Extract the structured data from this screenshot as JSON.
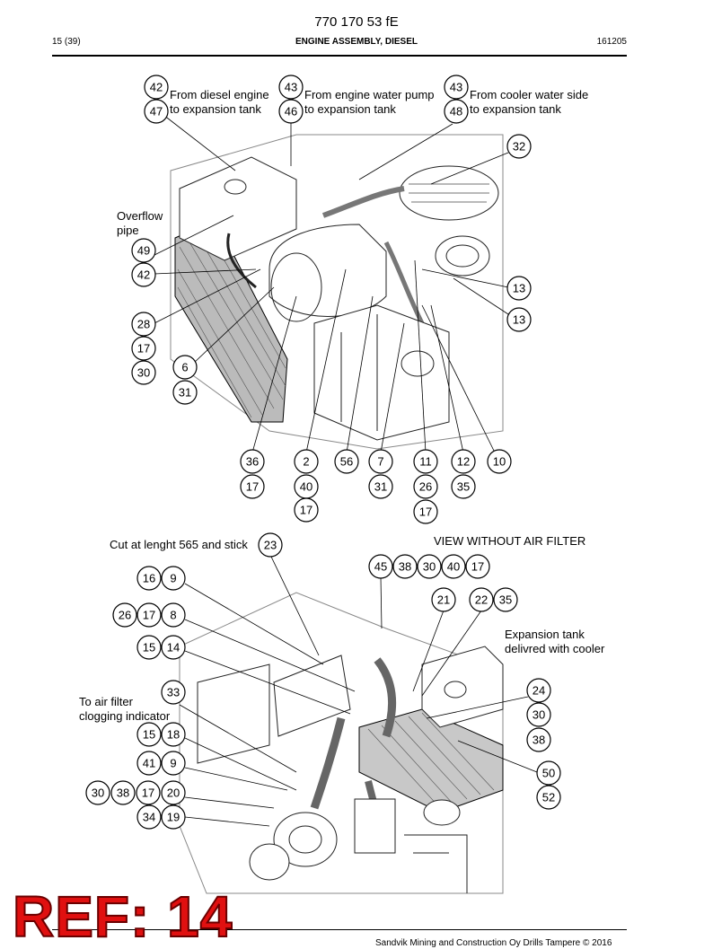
{
  "header": {
    "doc_number": "770 170 53 fE",
    "page": "15 (39)",
    "section": "ENGINE ASSEMBLY, DIESEL",
    "date": "161205"
  },
  "top_view": {
    "labels": {
      "diesel_engine": "From diesel engine\nto expansion tank",
      "water_pump": "From engine water pump\nto expansion tank",
      "cooler": "From cooler water side\nto expansion tank",
      "overflow": "Overflow\npipe"
    },
    "callouts": [
      "42",
      "47",
      "43",
      "46",
      "43",
      "48",
      "32",
      "49",
      "42",
      "13",
      "13",
      "28",
      "17",
      "30",
      "6",
      "31",
      "36",
      "17",
      "2",
      "40",
      "17",
      "56",
      "7",
      "31",
      "11",
      "26",
      "17",
      "12",
      "35",
      "10"
    ]
  },
  "bottom_view": {
    "labels": {
      "cut": "Cut at lenght 565 and stick",
      "view": "VIEW WITHOUT AIR FILTER",
      "expansion": "Expansion tank\ndelivred with cooler",
      "air_filter": "To air filter\nclogging indicator"
    },
    "callouts": [
      "23",
      "45",
      "38",
      "30",
      "40",
      "17",
      "16",
      "9",
      "21",
      "22",
      "35",
      "26",
      "17",
      "8",
      "15",
      "14",
      "33",
      "24",
      "30",
      "15",
      "18",
      "38",
      "41",
      "9",
      "50",
      "30",
      "38",
      "17",
      "20",
      "52",
      "34",
      "19"
    ]
  },
  "stamp": "REF: 14",
  "footer": "Sandvik Mining and Construction Oy Drills Tampere © 2016"
}
